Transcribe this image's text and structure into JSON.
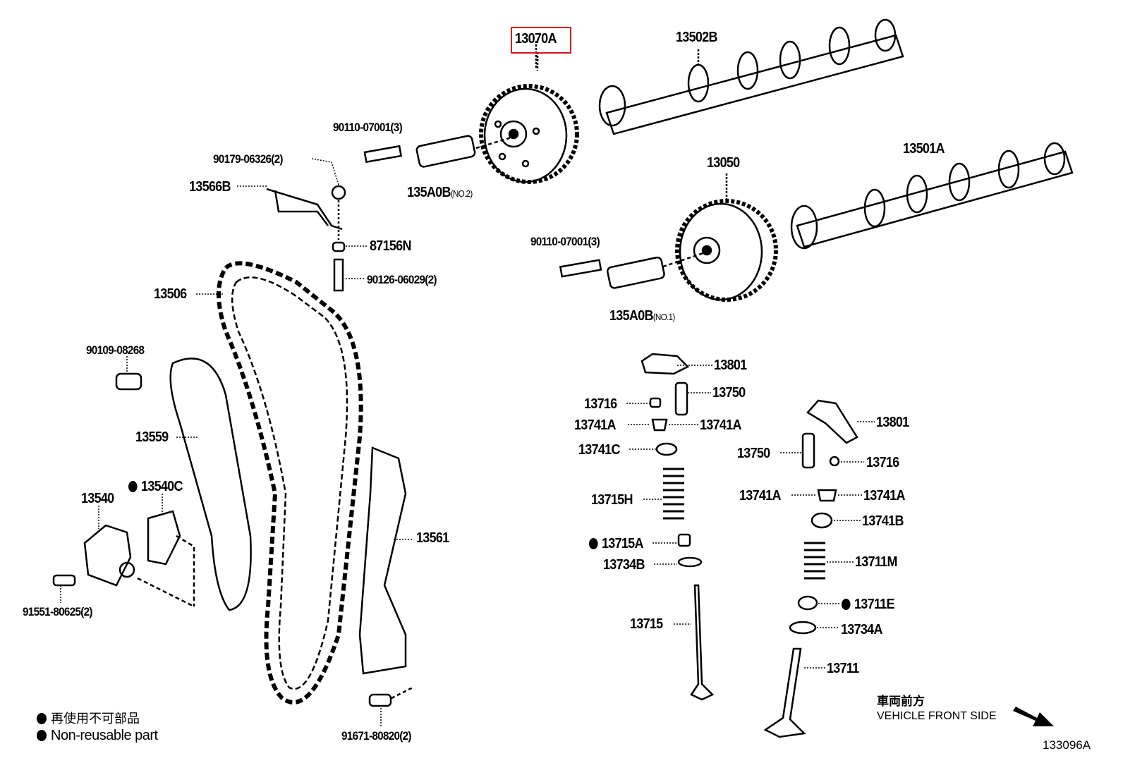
{
  "highlight_color": "#e0101a",
  "parts": {
    "p13070A": "13070A",
    "p13502B": "13502B",
    "p90110a": "90110-07001(3)",
    "p90179": "90179-06326(2)",
    "p13566B": "13566B",
    "p135A0B_2": "135A0B",
    "p135A0B_2_note": "(NO.2)",
    "p13050": "13050",
    "p13501A": "13501A",
    "p87156N": "87156N",
    "p90110b": "90110-07001(3)",
    "p90126": "90126-06029(2)",
    "p13506": "13506",
    "p135A0B_1": "135A0B",
    "p135A0B_1_note": "(NO.1)",
    "p90109": "90109-08268",
    "p13801a": "13801",
    "p13750a": "13750",
    "p13716a": "13716",
    "p13741A_a": "13741A",
    "p13741A_b": "13741A",
    "p13801b": "13801",
    "p13559": "13559",
    "p13741C": "13741C",
    "p13750b": "13750",
    "p13716b": "13716",
    "p13540C": "13540C",
    "p13540": "13540",
    "p13741A_c": "13741A",
    "p13741A_d": "13741A",
    "p13715H": "13715H",
    "p13741B": "13741B",
    "p13561": "13561",
    "p13715A": "13715A",
    "p13734B": "13734B",
    "p13711M": "13711M",
    "p13711E": "13711E",
    "p91551": "91551-80625(2)",
    "p13715": "13715",
    "p13734A": "13734A",
    "p13711": "13711",
    "p91671": "91671-80820(2)"
  },
  "legend": {
    "jp": "再使用不可部品",
    "en": "Non-reusable part"
  },
  "direction": {
    "jp": "車両前方",
    "en": "VEHICLE FRONT SIDE",
    "icon": "arrow-down-right-icon"
  },
  "diagram_id": "133096A"
}
